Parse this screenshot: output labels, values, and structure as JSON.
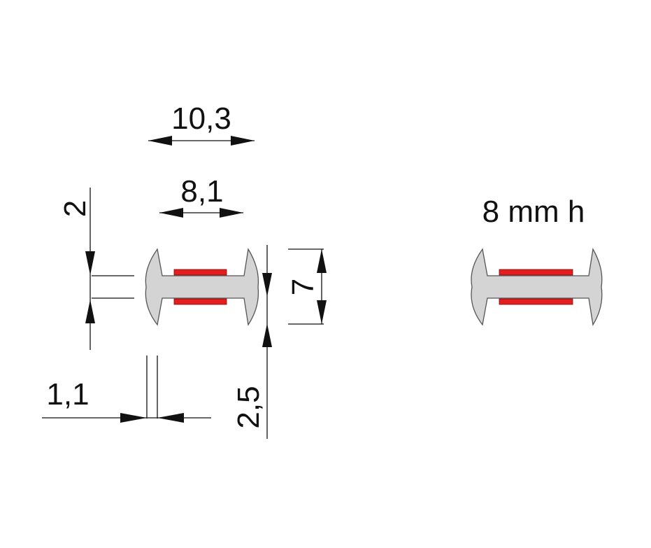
{
  "diagram": {
    "dimensions": {
      "overall_width": "10,3",
      "inner_width": "8,1",
      "gap": "2",
      "height": "7",
      "flange_thickness": "1,1",
      "bottom_offset": "2,5"
    },
    "product_label": "8 mm h",
    "colors": {
      "profile_fill": "#d4d4d4",
      "profile_stroke": "#555555",
      "stripe": "#e41e1e",
      "stripe_stroke": "#7a0c0c"
    }
  }
}
